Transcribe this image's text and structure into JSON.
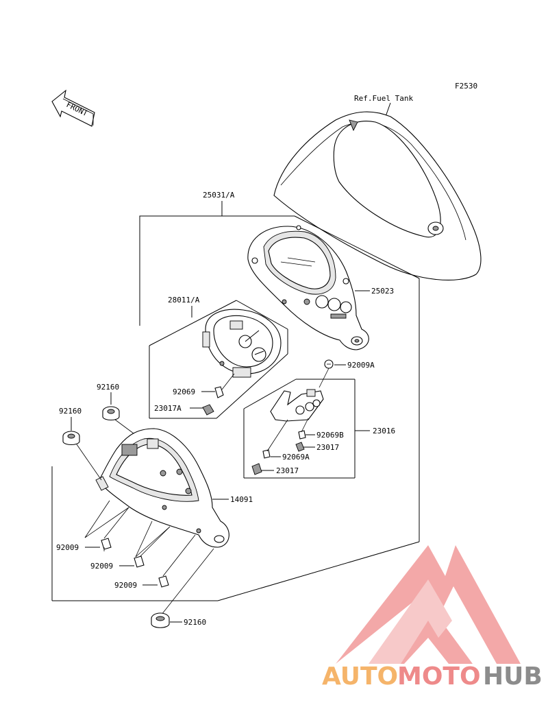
{
  "figure_code": "F2530",
  "ref_label": "Ref.Fuel Tank",
  "front_label": "FRONT",
  "parts": {
    "p25031": "25031/A",
    "p25023": "25023",
    "p28011": "28011/A",
    "p92069": "92069",
    "p23017a": "23017A",
    "p92009a": "92009A",
    "p23016": "23016",
    "p92069b": "92069B",
    "p23017_1": "23017",
    "p92069a": "92069A",
    "p23017_2": "23017",
    "p92160_1": "92160",
    "p92160_2": "92160",
    "p14091": "14091",
    "p92009_1": "92009",
    "p92009_2": "92009",
    "p92009_3": "92009",
    "p92160_3": "92160"
  },
  "watermark": {
    "part1": "AUTO",
    "part2": "MOTO",
    "part3": "HUB",
    "colors": {
      "auto": "#f5b46a",
      "moto": "#ee8a8a",
      "hub": "#8c8c8c",
      "logo": "#f08d8d"
    }
  }
}
